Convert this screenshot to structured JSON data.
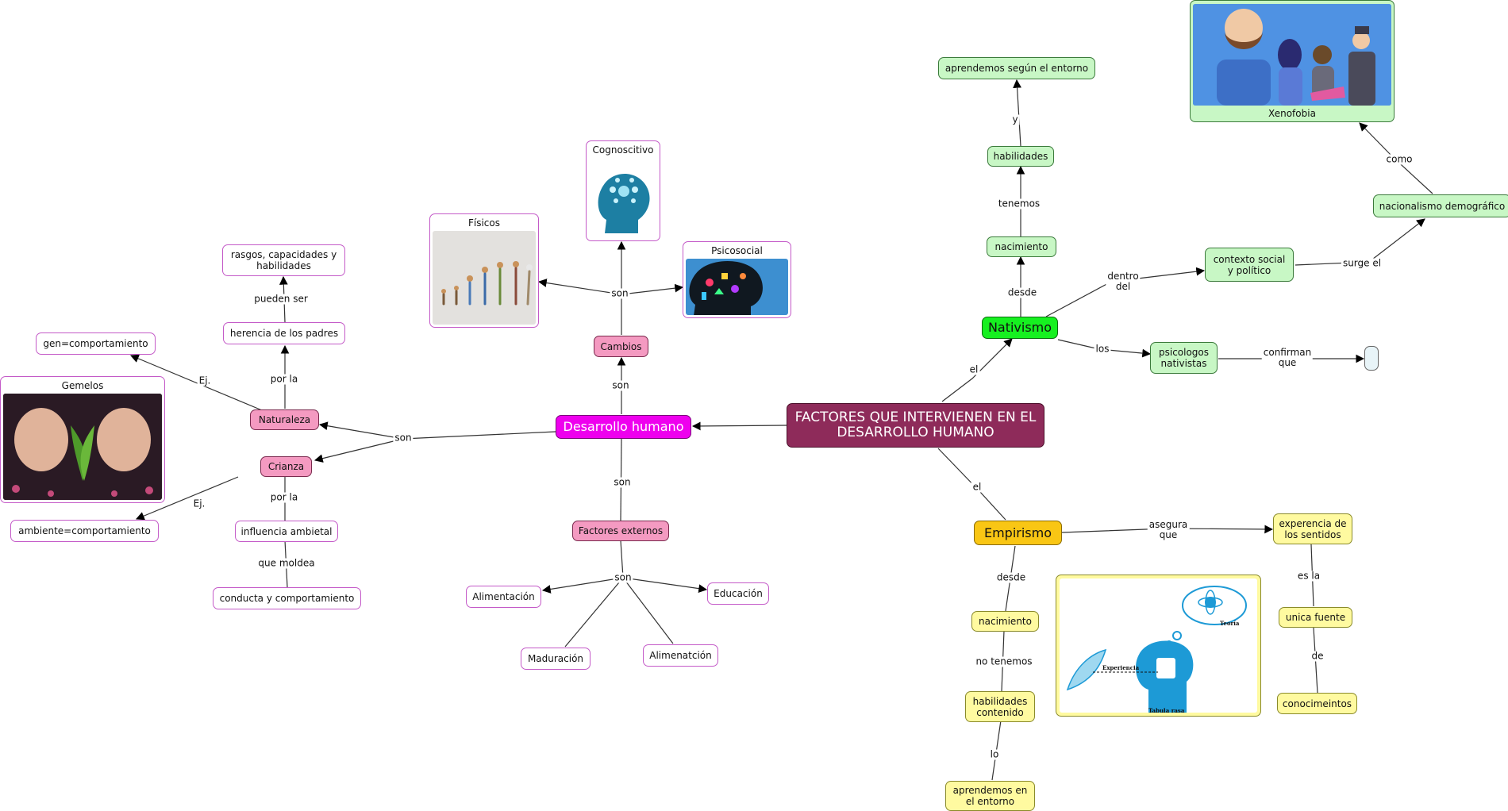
{
  "central": "FACTORES QUE INTERVIENEN EN EL DESARROLLO HUMANO",
  "desarrollo": {
    "title": "Desarrollo humano",
    "cambios": "Cambios",
    "fisicos": "Físicos",
    "cognoscitivo": "Cognoscitivo",
    "psicosocial": "Psicosocial",
    "naturaleza": "Naturaleza",
    "crianza": "Crianza",
    "herencia": "herencia de los padres",
    "rasgos": "rasgos, capacidades y habilidades",
    "gen": "gen=comportamiento",
    "gemelos": "Gemelos",
    "ambiente": "ambiente=comportamiento",
    "influencia": "influencia ambietal",
    "conducta": "conducta y comportamiento",
    "factores": "Factores externos",
    "alimentacion": "Alimentación",
    "educacion": "Educación",
    "maduracion": "Maduración",
    "alimenatcion": "Alimenatción"
  },
  "nativismo": {
    "title": "Nativismo",
    "nacimiento": "nacimiento",
    "habilidades": "habilidades",
    "aprendemos": "aprendemos según el entorno",
    "contexto": "contexto social y político",
    "nacionalismo": "nacionalismo demográfico",
    "xenofobia": "Xenofobia",
    "psicologos": "psicologos nativistas"
  },
  "empirismo": {
    "title": "Empirismo",
    "nacimiento": "nacimiento",
    "habilidades": "habilidades contenido",
    "aprendemos": "aprendemos en el entorno",
    "experiencia": "experencia de los sentidos",
    "unica": "unica fuente",
    "conocimientos": "conocimeintos",
    "img_teoria": "Teoría",
    "img_experiencia": "Experiencia",
    "img_tabula": "Tabula rasa"
  },
  "links": {
    "son": "son",
    "por_la": "por la",
    "pueden_ser": "pueden ser",
    "ej": "Ej.",
    "que_moldea": "que moldea",
    "el": "el",
    "desde": "desde",
    "tenemos": "tenemos",
    "y": "y",
    "dentro_del": "dentro\ndel",
    "surge_el": "surge el",
    "como": "como",
    "los": "los",
    "confirman_que": "confirman\nque",
    "asegura_que": "asegura\nque",
    "es_la": "es la",
    "de": "de",
    "no_tenemos": "no tenemos",
    "lo": "lo"
  }
}
